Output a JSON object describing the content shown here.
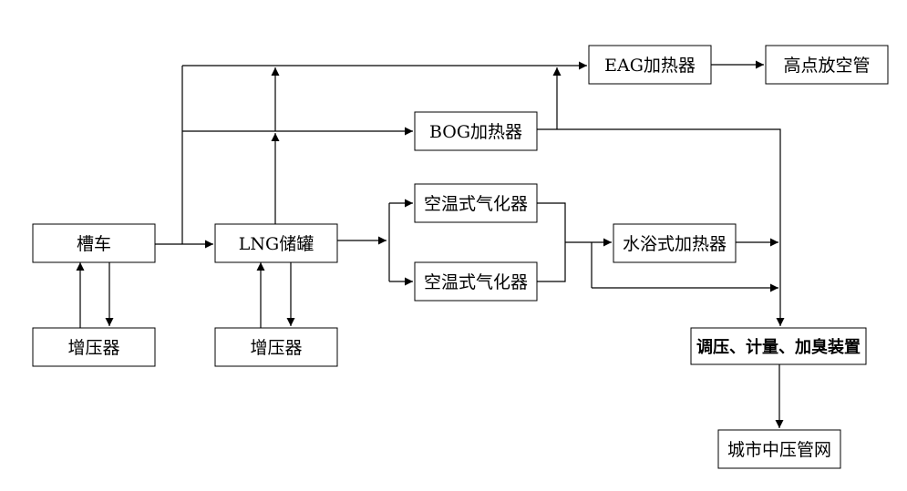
{
  "nodes": {
    "tanker": "槽车",
    "booster1": "增压器",
    "lng_tank": "LNG储罐",
    "booster2": "增压器",
    "air_vaporizer_1": "空温式气化器",
    "air_vaporizer_2": "空温式气化器",
    "bog_heater": "BOG加热器",
    "eag_heater": "EAG加热器",
    "vent_stack": "高点放空管",
    "water_bath_heater": "水浴式加热器",
    "regulating_unit": "调压、计量、加臭装置",
    "city_network": "城市中压管网"
  }
}
